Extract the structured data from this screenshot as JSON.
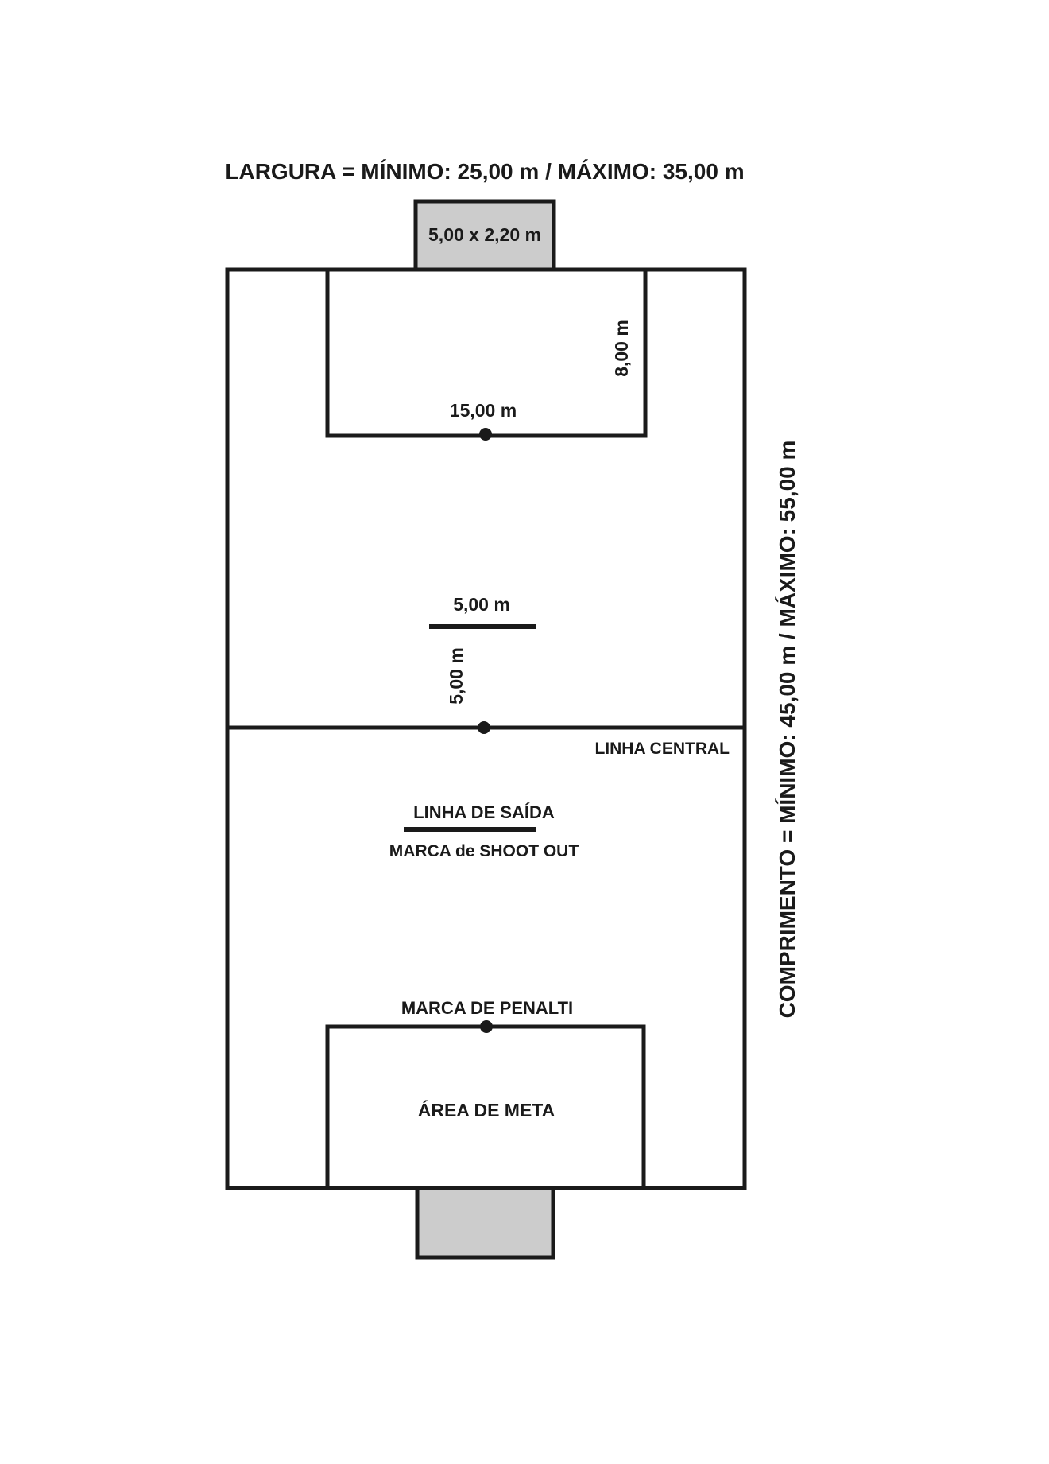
{
  "labels": {
    "width_spec": "LARGURA = MÍNIMO: 25,00 m / MÁXIMO: 35,00 m",
    "length_spec": "COMPRIMENTO = MÍNIMO: 45,00 m / MÁXIMO: 55,00 m",
    "goal_size": "5,00 x 2,20 m",
    "area_depth": "8,00 m",
    "area_width": "15,00 m",
    "shootout_width": "5,00 m",
    "shootout_distance": "5,00 m",
    "center_line": "LINHA CENTRAL",
    "exit_line": "LINHA DE SAÍDA",
    "shootout_mark": "MARCA de SHOOT OUT",
    "penalty_mark": "MARCA DE PENALTI",
    "goal_area": "ÁREA DE META"
  },
  "colors": {
    "line": "#1a1a1a",
    "goal_fill": "#cccccc",
    "background": "#ffffff"
  }
}
